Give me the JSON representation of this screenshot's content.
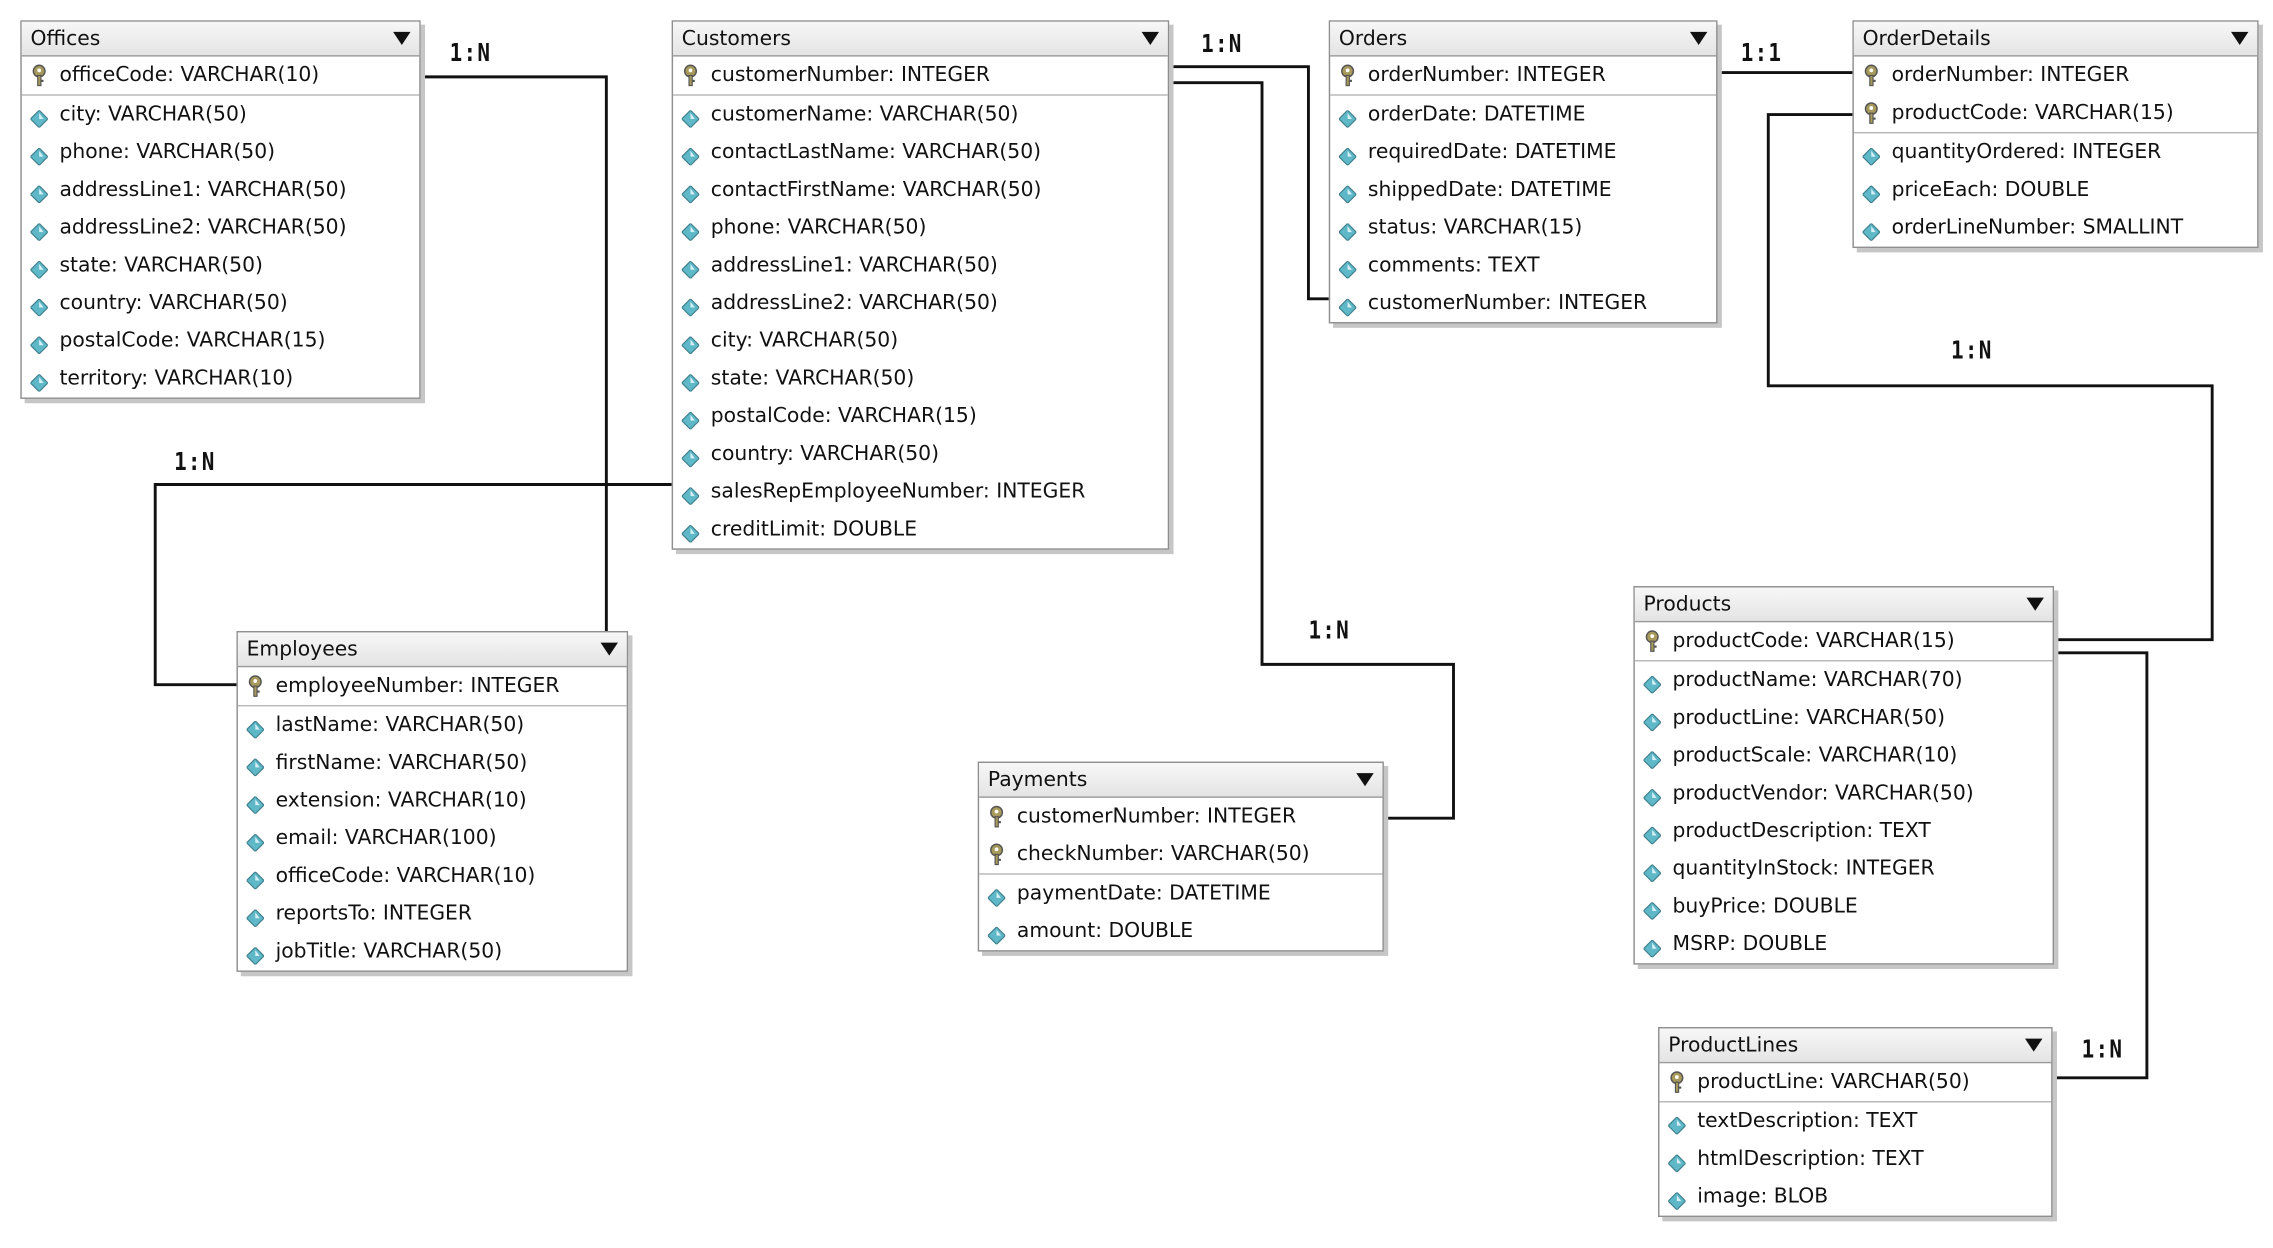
{
  "entities": {
    "offices": {
      "title": "Offices",
      "keys": [
        "officeCode: VARCHAR(10)"
      ],
      "fields": [
        "city: VARCHAR(50)",
        "phone: VARCHAR(50)",
        "addressLine1: VARCHAR(50)",
        "addressLine2: VARCHAR(50)",
        "state: VARCHAR(50)",
        "country: VARCHAR(50)",
        "postalCode: VARCHAR(15)",
        "territory: VARCHAR(10)"
      ]
    },
    "customers": {
      "title": "Customers",
      "keys": [
        "customerNumber: INTEGER"
      ],
      "fields": [
        "customerName: VARCHAR(50)",
        "contactLastName: VARCHAR(50)",
        "contactFirstName: VARCHAR(50)",
        "phone: VARCHAR(50)",
        "addressLine1: VARCHAR(50)",
        "addressLine2: VARCHAR(50)",
        "city: VARCHAR(50)",
        "state: VARCHAR(50)",
        "postalCode: VARCHAR(15)",
        "country: VARCHAR(50)",
        "salesRepEmployeeNumber: INTEGER",
        "creditLimit: DOUBLE"
      ]
    },
    "orders": {
      "title": "Orders",
      "keys": [
        "orderNumber: INTEGER"
      ],
      "fields": [
        "orderDate: DATETIME",
        "requiredDate: DATETIME",
        "shippedDate: DATETIME",
        "status: VARCHAR(15)",
        "comments: TEXT",
        "customerNumber: INTEGER"
      ]
    },
    "orderdetails": {
      "title": "OrderDetails",
      "keys": [
        "orderNumber: INTEGER",
        "productCode: VARCHAR(15)"
      ],
      "fields": [
        "quantityOrdered: INTEGER",
        "priceEach: DOUBLE",
        "orderLineNumber: SMALLINT"
      ]
    },
    "employees": {
      "title": "Employees",
      "keys": [
        "employeeNumber: INTEGER"
      ],
      "fields": [
        "lastName: VARCHAR(50)",
        "firstName: VARCHAR(50)",
        "extension: VARCHAR(10)",
        "email: VARCHAR(100)",
        "officeCode: VARCHAR(10)",
        "reportsTo: INTEGER",
        "jobTitle: VARCHAR(50)"
      ]
    },
    "payments": {
      "title": "Payments",
      "keys": [
        "customerNumber: INTEGER",
        "checkNumber: VARCHAR(50)"
      ],
      "fields": [
        "paymentDate: DATETIME",
        "amount: DOUBLE"
      ]
    },
    "products": {
      "title": "Products",
      "keys": [
        "productCode: VARCHAR(15)"
      ],
      "fields": [
        "productName: VARCHAR(70)",
        "productLine: VARCHAR(50)",
        "productScale: VARCHAR(10)",
        "productVendor: VARCHAR(50)",
        "productDescription: TEXT",
        "quantityInStock: INTEGER",
        "buyPrice: DOUBLE",
        "MSRP: DOUBLE"
      ]
    },
    "productlines": {
      "title": "ProductLines",
      "keys": [
        "productLine: VARCHAR(50)"
      ],
      "fields": [
        "textDescription: TEXT",
        "htmlDescription: TEXT",
        "image: BLOB"
      ]
    }
  },
  "relationships": {
    "offices_employees": "1:N",
    "customers_orders": "1:N",
    "orders_orderdetails": "1:1",
    "employees_customers": "1:N",
    "customers_payments": "1:N",
    "products_orderdetails": "1:N",
    "productlines_products": "1:N"
  },
  "colors": {
    "line": "#111111",
    "diamond": "#5fb8c8",
    "key": "#a89a5a"
  },
  "icons": {
    "key": "key-icon",
    "field": "diamond-icon",
    "collapse": "triangle-down-icon"
  }
}
